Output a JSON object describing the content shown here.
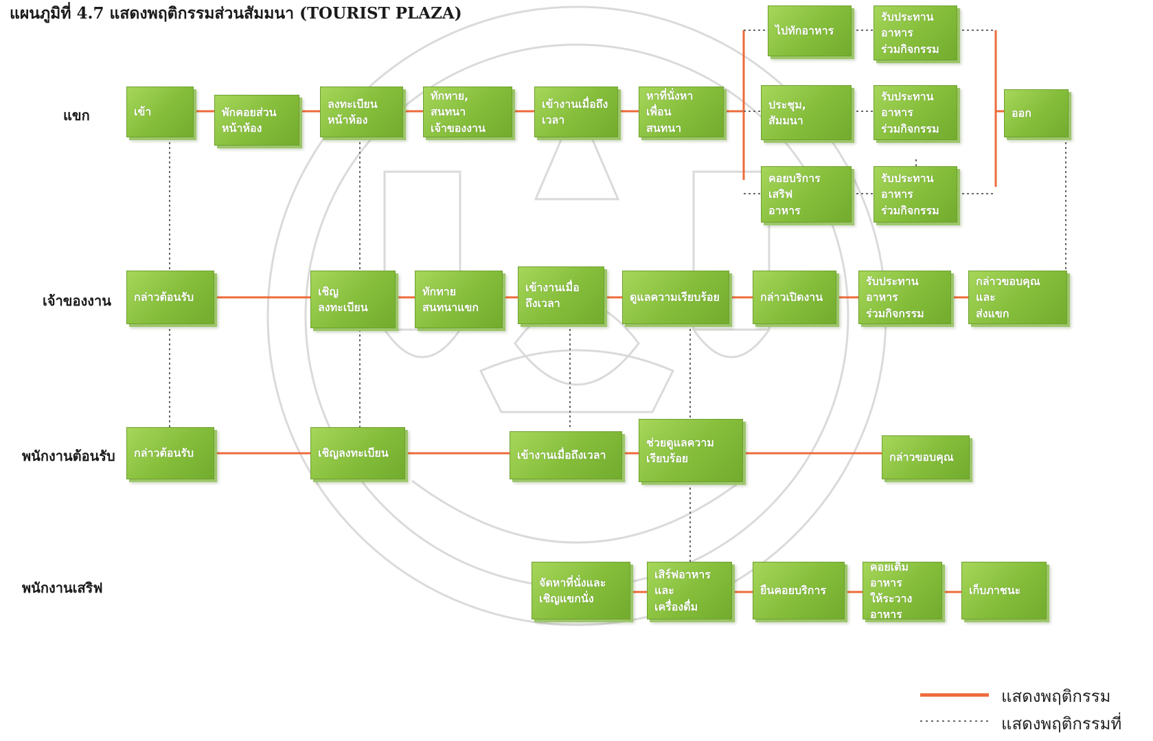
{
  "title": "แผนภูมิที่ 4.7 แสดงพฤติกรรมส่วนสัมมนา (TOURIST PLAZA)",
  "lanes": {
    "guest": "แขก",
    "host": "เจ้าของงาน",
    "reception": "พนักงานต้อนรับ",
    "server": "พนักงานเสริฟ"
  },
  "boxes": {
    "g_enter": "เข้า",
    "g_rest": "พักคอยส่วน\nหน้าห้อง",
    "g_register": "ลงทะเบียน\nหน้าห้อง",
    "g_greet": "ทักทาย, สนทนา\nเจ้าของงาน",
    "g_enter_time": "เข้างานเมื่อถึง\nเวลา",
    "g_find_seat": "หาที่นั่งหาเพื่อน\nสนทนา",
    "g_go_eat": "ไปทักอาหาร",
    "g_eat_join_1": "รับประทานอาหาร\nร่วมกิจกรรม",
    "g_meeting": "ประชุม, สัมมนา",
    "g_eat_join_2": "รับประทานอาหาร\nร่วมกิจกรรม",
    "g_wait_food": "คอยบริการเสริฟ\nอาหาร",
    "g_eat_join_3": "รับประทานอาหาร\nร่วมกิจกรรม",
    "g_exit": "ออก",
    "h_welcome": "กล่าวต้อนรับ",
    "h_invite_register": "เชิญ\nลงทะเบียน",
    "h_greet_guests": "ทักทาย\nสนทนาแขก",
    "h_enter_time": "เข้างานเมื่อ\nถึงเวลา",
    "h_supervise": "ดูแลความเรียบร้อย",
    "h_open": "กล่าวเปิดงาน",
    "h_eat_join": "รับประทานอาหาร\nร่วมกิจกรรม",
    "h_thank": "กล่าวขอบคุณและ\nส่งแขก",
    "r_welcome": "กล่าวต้อนรับ",
    "r_invite_register": "เชิญลงทะเบียน",
    "r_enter_time": "เข้างานเมื่อถึงเวลา",
    "r_help": "ช่วยดูแลความ\nเรียบร้อย",
    "r_thank": "กล่าวขอบคุณ",
    "s_arrange": "จัดหาที่นั่งและ\nเชิญแขกนั่ง",
    "s_serve": "เสิร์ฟอาหารและ\nเครื่องดื่ม",
    "s_standby": "ยืนคอยบริการ",
    "s_refill": "คอยเติมอาหาร\nให้ระวางอาหาร",
    "s_clear": "เก็บภาชนะ"
  },
  "legend": {
    "solid": "แสดงพฤติกรรม",
    "dotted": "แสดงพฤติกรรมที่"
  },
  "colors": {
    "solid_line": "#ee6a3a",
    "dotted_line": "#666666",
    "box_green": "#84bd3a"
  }
}
